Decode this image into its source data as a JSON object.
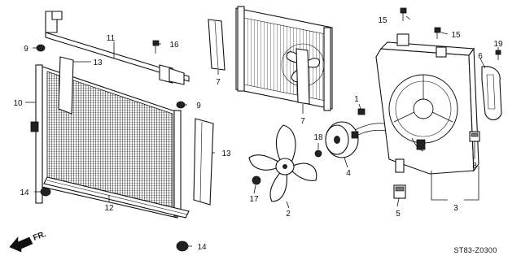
{
  "callouts": {
    "c1": "1",
    "c2": "2",
    "c3": "3",
    "c4": "4",
    "c5": "5",
    "c6": "6",
    "c7a": "7",
    "c7b": "7",
    "c8": "8",
    "c9a": "9",
    "c9b": "9",
    "c10": "10",
    "c11": "11",
    "c12": "12",
    "c13a": "13",
    "c13b": "13",
    "c14a": "14",
    "c14b": "14",
    "c15a": "15",
    "c15b": "15",
    "c16": "16",
    "c17": "17",
    "c18": "18",
    "c19": "19"
  },
  "direction_label": "FR.",
  "diagram_code": "ST83-Z0300"
}
